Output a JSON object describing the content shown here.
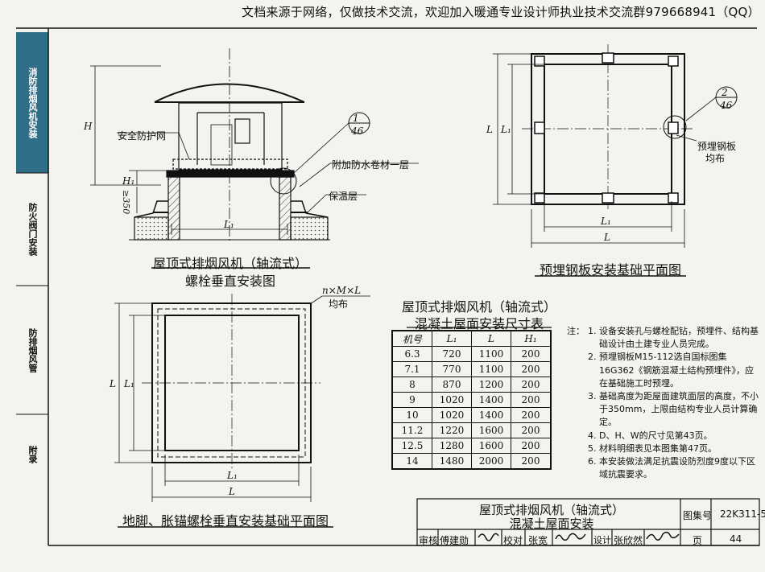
{
  "banner": "文档来源于网络，仅做技术交流，欢迎加入暖通专业设计师执业技术交流群979668941（QQ）",
  "side_tabs": [
    "消防排烟风机安装",
    "防火阀门安装",
    "防排烟风管",
    "附录"
  ],
  "fig1": {
    "title_line1": "屋顶式排烟风机（轴流式）",
    "title_line2": "螺栓垂直安装图",
    "label_guard": "安全防护网",
    "label_waterproof": "附加防水卷材一层",
    "label_insulation": "保温层",
    "ref_num": "1",
    "ref_page": "46",
    "dim_H": "H",
    "dim_H1": "H₁",
    "dim_350": "≥350",
    "dim_L1": "L₁"
  },
  "fig2": {
    "title": "预埋钢板安装基础平面图",
    "label_plate": "预埋钢板",
    "label_even": "均布",
    "ref_num": "2",
    "ref_page": "46",
    "dim_L": "L",
    "dim_L1": "L₁"
  },
  "fig3": {
    "title": "地脚、胀锚螺栓垂直安装基础平面图",
    "label_bolts": "n×M×L",
    "label_even": "均布",
    "dim_L": "L",
    "dim_L1": "L₁"
  },
  "table": {
    "title_line1": "屋顶式排烟风机（轴流式）",
    "title_line2": "混凝土屋面安装尺寸表",
    "headers": [
      "机号",
      "L₁",
      "L",
      "H₁"
    ],
    "rows": [
      [
        "6.3",
        "720",
        "1100",
        "200"
      ],
      [
        "7.1",
        "770",
        "1100",
        "200"
      ],
      [
        "8",
        "870",
        "1200",
        "200"
      ],
      [
        "9",
        "1020",
        "1400",
        "200"
      ],
      [
        "10",
        "1020",
        "1400",
        "200"
      ],
      [
        "11.2",
        "1220",
        "1600",
        "200"
      ],
      [
        "12.5",
        "1280",
        "1600",
        "200"
      ],
      [
        "14",
        "1480",
        "2000",
        "200"
      ]
    ]
  },
  "notes": {
    "heading": "注：",
    "items": [
      "1. 设备安装孔与螺栓配钻，预埋件、结构基础设计由土建专业人员完成。",
      "2. 预埋钢板M15-112选自国标图集16G362《钢筋混凝土结构预埋件》，应在基础施工时预埋。",
      "3. 基础高度为距屋面建筑面层的高度，不小于350mm，上限由结构专业人员计算确定。",
      "4. D、H、W的尺寸见第43页。",
      "5. 材料明细表见本图集第47页。",
      "6. 本安装做法满足抗震设防烈度9度以下区域抗震要求。"
    ]
  },
  "title_block": {
    "title_line1": "屋顶式排烟风机（轴流式）",
    "title_line2": "混凝土屋面安装",
    "atlas_label": "图集号",
    "atlas_no": "22K311-5",
    "page_label": "页",
    "page_no": "44",
    "review_label": "审核",
    "reviewer": "傅建勋",
    "check_label": "校对",
    "checker": "张宽",
    "design_label": "设计",
    "designer": "张欣然"
  }
}
